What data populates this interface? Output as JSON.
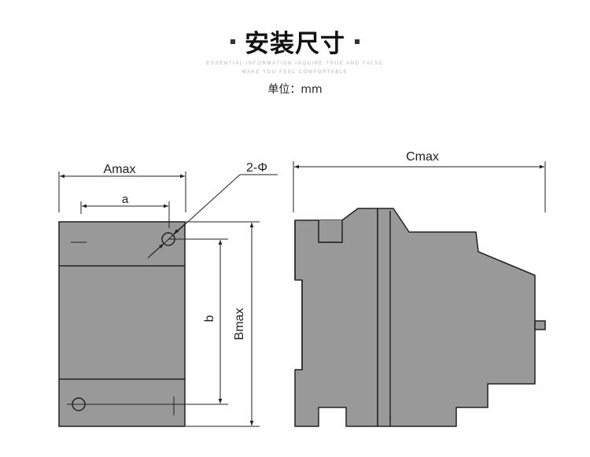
{
  "header": {
    "title": "安装尺寸",
    "subtitle_line1": "ESSENTIAL INFORMATION INQUIRE TRUE AND FALSE",
    "subtitle_line2": "MAKE YOU FEEL COMFORTABLE",
    "unit_label": "单位：mm"
  },
  "dimensions": {
    "a_max": "Amax",
    "a": "a",
    "hole": "2-Φ",
    "b": "b",
    "b_max": "Bmax",
    "c_max": "Cmax"
  },
  "colors": {
    "body_fill": "#999999",
    "outline": "#222222"
  }
}
